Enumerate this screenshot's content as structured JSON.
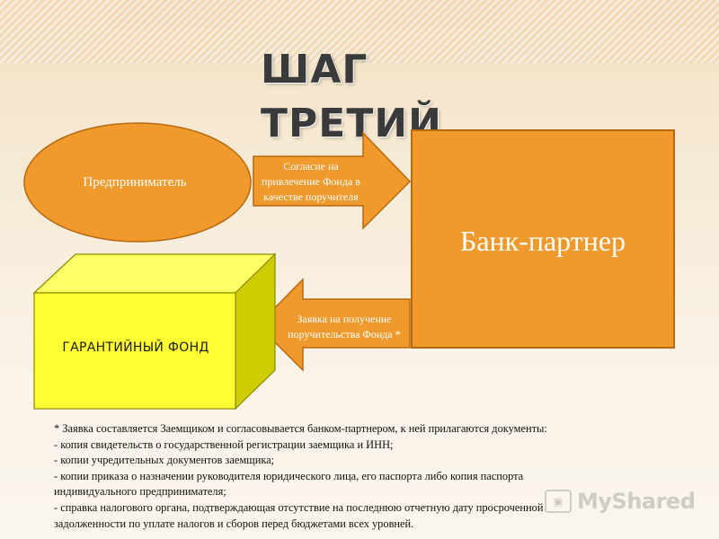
{
  "title": "ШАГ ТРЕТИЙ",
  "nodes": {
    "entrepreneur": "Предприниматель",
    "bank": "Банк-партнер",
    "fund": "ГАРАНТИЙНЫЙ ФОНД"
  },
  "arrows": {
    "consent": "Согласие на привлечение Фонда в качестве поручителя",
    "application": "Заявка на получение поручительства Фонда *"
  },
  "footnote": [
    "* Заявка составляется Заемщиком и согласовывается банком-партнером, к ней прилагаются документы:",
    "- копия свидетельств о государственной регистрации заемщика и ИНН;",
    "- копии учредительных документов заемщика;",
    "- копии приказа о назначении руководителя юридического лица, его паспорта либо копия паспорта",
    "индивидуального предпринимателя;",
    "- справка налогового органа, подтверждающая отсутствие на последнюю отчетную дату просроченной",
    "задолженности по уплате налогов и сборов перед бюджетами всех уровней."
  ],
  "watermark": {
    "text": "MyShared",
    "icon": "presentation-screen-icon"
  },
  "colors": {
    "orange": "#f09a2e",
    "orange_border": "#b8690f",
    "yellow_front": "#ffff33",
    "yellow_top": "#ffff66",
    "yellow_side": "#cccc00"
  }
}
